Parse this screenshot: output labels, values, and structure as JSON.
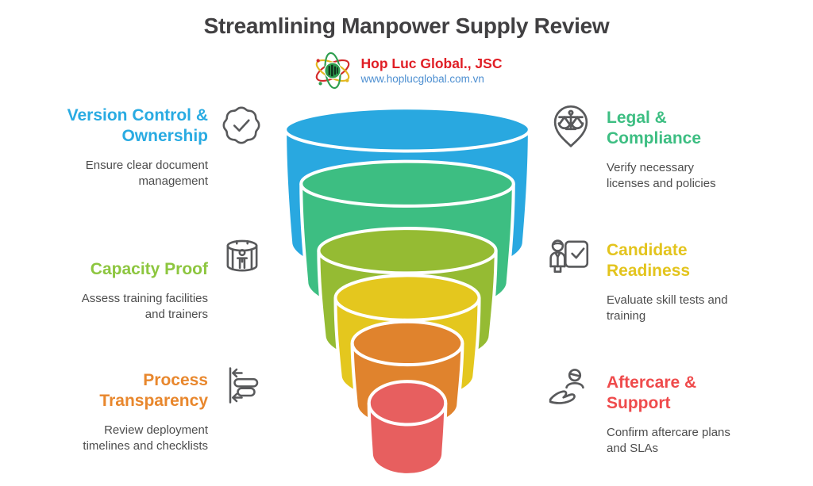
{
  "title": "Streamlining Manpower Supply Review",
  "logo": {
    "company": "Hop Luc Global., JSC",
    "website": "www.hoplucglobal.com.vn"
  },
  "features": {
    "left": [
      {
        "heading": "Version Control & Ownership",
        "description": "Ensure clear document management",
        "color": "#29ABE2",
        "icon": "badge-check-icon"
      },
      {
        "heading": "Capacity Proof",
        "description": "Assess training facilities and trainers",
        "color": "#8DC63F",
        "icon": "capacity-cylinder-icon"
      },
      {
        "heading": "Process Transparency",
        "description": "Review deployment timelines and checklists",
        "color": "#E8872D",
        "icon": "timeline-arrows-icon"
      }
    ],
    "right": [
      {
        "heading": "Legal & Compliance",
        "description": "Verify necessary licenses and policies",
        "color": "#3DBE82",
        "icon": "scales-pin-icon"
      },
      {
        "heading": "Candidate Readiness",
        "description": "Evaluate skill tests and training",
        "color": "#E3C41D",
        "icon": "candidate-checkboard-icon"
      },
      {
        "heading": "Aftercare & Support",
        "description": "Confirm aftercare plans and SLAs",
        "color": "#EF4B4C",
        "icon": "hand-person-icon"
      }
    ]
  },
  "funnel": {
    "layers": [
      {
        "color": "#29A8E0"
      },
      {
        "color": "#3DBE82"
      },
      {
        "color": "#95BB33"
      },
      {
        "color": "#E4C71E"
      },
      {
        "color": "#E0832D"
      },
      {
        "color": "#E75F5F"
      }
    ]
  }
}
